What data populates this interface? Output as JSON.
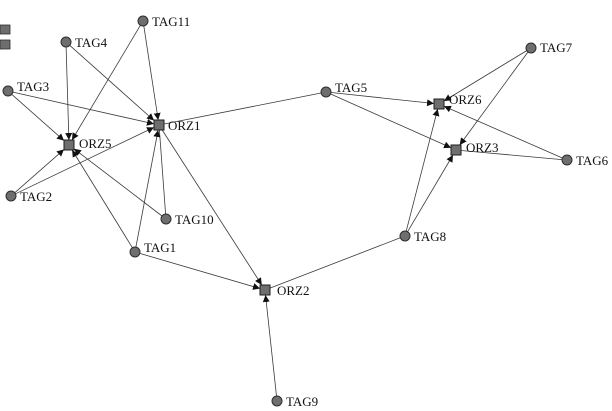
{
  "nodes": [
    {
      "id": "TAG11",
      "label": "TAG11",
      "shape": "circle"
    },
    {
      "id": "TAG4",
      "label": "TAG4",
      "shape": "circle"
    },
    {
      "id": "TAG3",
      "label": "TAG3",
      "shape": "circle"
    },
    {
      "id": "TAG2",
      "label": "TAG2",
      "shape": "circle"
    },
    {
      "id": "TAG10",
      "label": "TAG10",
      "shape": "circle"
    },
    {
      "id": "TAG1",
      "label": "TAG1",
      "shape": "circle"
    },
    {
      "id": "TAG5",
      "label": "TAG5",
      "shape": "circle"
    },
    {
      "id": "TAG7",
      "label": "TAG7",
      "shape": "circle"
    },
    {
      "id": "TAG6",
      "label": "TAG6",
      "shape": "circle"
    },
    {
      "id": "TAG8",
      "label": "TAG8",
      "shape": "circle"
    },
    {
      "id": "TAG9",
      "label": "TAG9",
      "shape": "circle"
    },
    {
      "id": "ORZ1",
      "label": "ORZ1",
      "shape": "square"
    },
    {
      "id": "ORZ5",
      "label": "ORZ5",
      "shape": "square"
    },
    {
      "id": "ORZ2",
      "label": "ORZ2",
      "shape": "square"
    },
    {
      "id": "ORZ6",
      "label": "ORZ6",
      "shape": "square"
    },
    {
      "id": "ORZ3",
      "label": "ORZ3",
      "shape": "square"
    }
  ],
  "edges": [
    {
      "from": "TAG11",
      "to": "ORZ1",
      "directed": true
    },
    {
      "from": "TAG11",
      "to": "ORZ5",
      "directed": true
    },
    {
      "from": "TAG4",
      "to": "ORZ5",
      "directed": true
    },
    {
      "from": "TAG4",
      "to": "ORZ1",
      "directed": true
    },
    {
      "from": "TAG3",
      "to": "ORZ5",
      "directed": true
    },
    {
      "from": "TAG3",
      "to": "ORZ1",
      "directed": true
    },
    {
      "from": "TAG2",
      "to": "ORZ5",
      "directed": true
    },
    {
      "from": "TAG2",
      "to": "ORZ1",
      "directed": true
    },
    {
      "from": "TAG10",
      "to": "ORZ5",
      "directed": true
    },
    {
      "from": "TAG10",
      "to": "ORZ1",
      "directed": false
    },
    {
      "from": "TAG1",
      "to": "ORZ5",
      "directed": true
    },
    {
      "from": "TAG1",
      "to": "ORZ1",
      "directed": true
    },
    {
      "from": "TAG1",
      "to": "ORZ2",
      "directed": true
    },
    {
      "from": "ORZ1",
      "to": "TAG5",
      "directed": false
    },
    {
      "from": "ORZ1",
      "to": "ORZ2",
      "directed": true
    },
    {
      "from": "TAG5",
      "to": "ORZ6",
      "directed": true
    },
    {
      "from": "TAG5",
      "to": "ORZ3",
      "directed": true
    },
    {
      "from": "TAG7",
      "to": "ORZ6",
      "directed": true
    },
    {
      "from": "TAG7",
      "to": "ORZ3",
      "directed": true
    },
    {
      "from": "TAG6",
      "to": "ORZ6",
      "directed": true
    },
    {
      "from": "TAG6",
      "to": "ORZ3",
      "directed": false
    },
    {
      "from": "TAG8",
      "to": "ORZ6",
      "directed": true
    },
    {
      "from": "TAG8",
      "to": "ORZ3",
      "directed": true
    },
    {
      "from": "TAG8",
      "to": "ORZ2",
      "directed": false
    },
    {
      "from": "TAG9",
      "to": "ORZ2",
      "directed": true
    }
  ],
  "colors": {
    "node_fill": "#6e6e6e",
    "edge": "#3a3a3a",
    "label": "#111111"
  }
}
